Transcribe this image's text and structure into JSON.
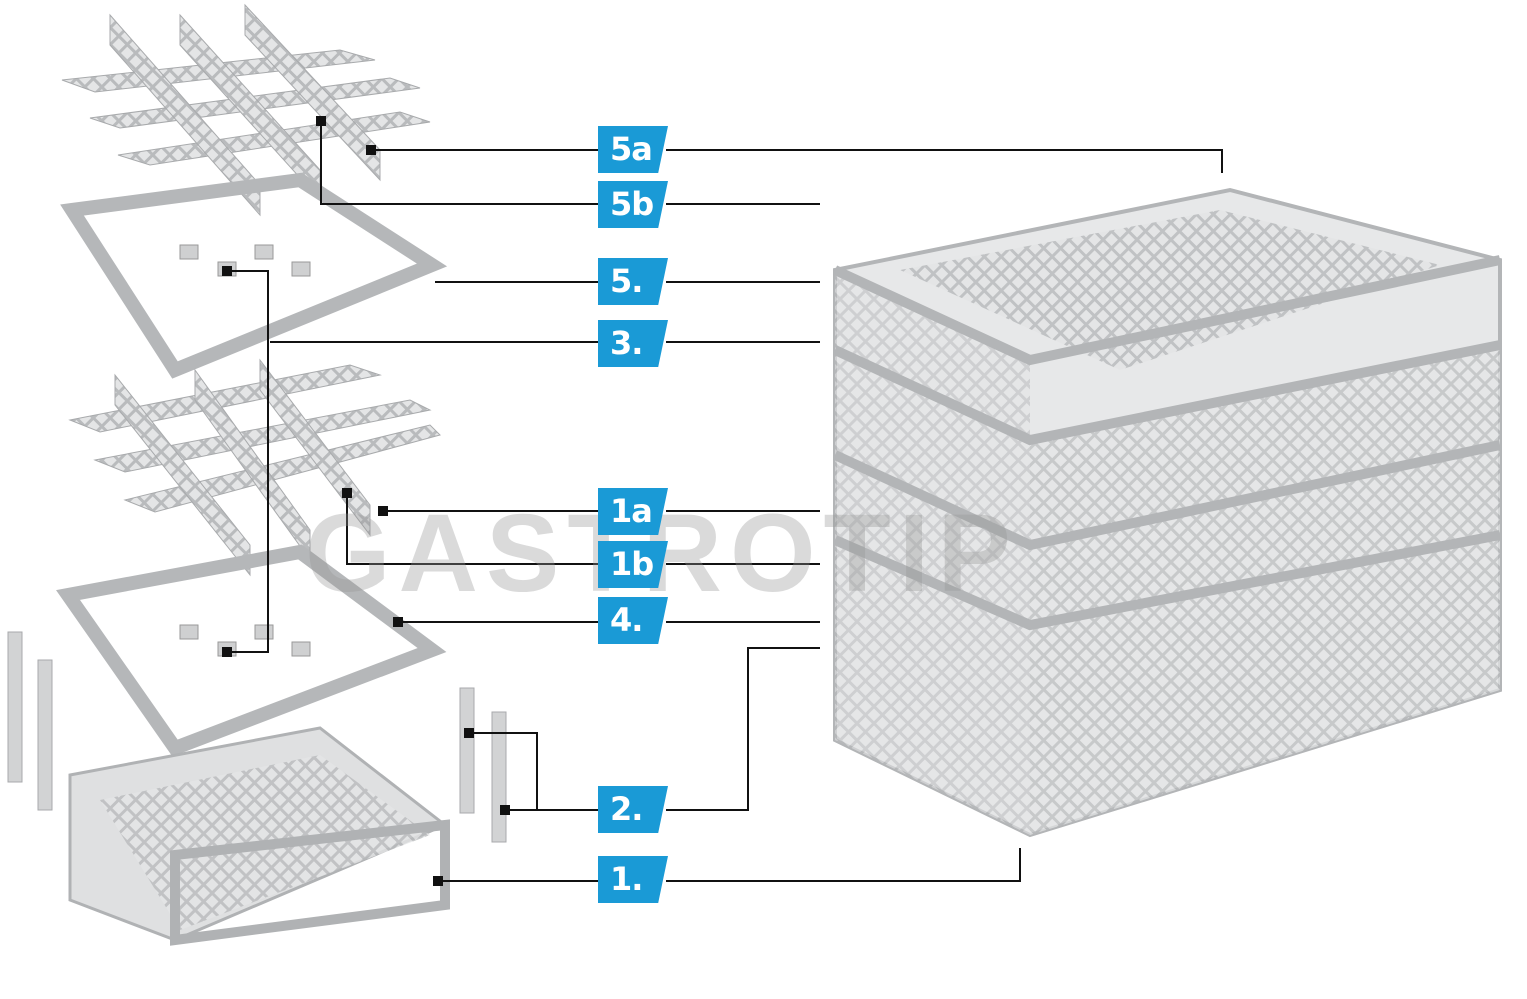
{
  "labels": {
    "l5a": "5a",
    "l5b": "5b",
    "l5": "5.",
    "l3": "3.",
    "l1a": "1a",
    "l1b": "1b",
    "l4": "4.",
    "l2": "2.",
    "l1": "1."
  },
  "watermark": "GASTROTIP",
  "colors": {
    "label_bg": "#1a9ad6",
    "rack": "#c9cbcd",
    "line": "#111111"
  }
}
